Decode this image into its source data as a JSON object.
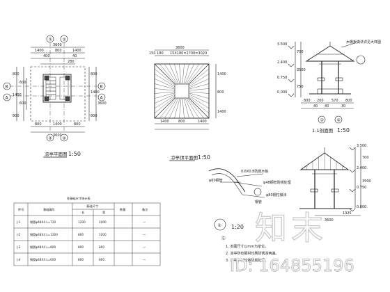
{
  "plan_view": {
    "title": "凉亭平面图",
    "scale": "1:50",
    "top_dims": [
      "1400",
      "800",
      "1400"
    ],
    "top_total": "3600",
    "top_inner": [
      "400",
      "280",
      "40"
    ],
    "bottom_dims": [
      "800",
      "1400",
      "800"
    ],
    "bottom_total": "3600",
    "left_dims": [
      "800",
      "1400",
      "800"
    ],
    "left_inner": [
      "600",
      "600"
    ],
    "right_dims": [
      "800",
      "1400",
      "800"
    ],
    "right_total": "3600",
    "axis_top": [
      "①",
      "②"
    ],
    "axis_bottom": [
      "①",
      "②"
    ],
    "axis_side": [
      "B",
      "A"
    ]
  },
  "roof_plan": {
    "title": "凉亭顶平面图",
    "scale": "1:50",
    "top_dims": "150 180",
    "top_series": "15X180=2700=3020",
    "top_total": "3600",
    "bottom_dims": [
      "1400",
      "800",
      "1400"
    ],
    "right_dims": [
      "1400",
      "800",
      "1400"
    ]
  },
  "section_1": {
    "title": "1-1剖面图",
    "scale": "1:50",
    "levels": [
      "3.500",
      "2.400",
      "0.750",
      "0.000"
    ],
    "left_dims": [
      "700",
      "3500",
      "750"
    ],
    "bottom_dims": [
      "800",
      "200",
      "570",
      "800"
    ],
    "bottom_inner": [
      "40",
      "40",
      "30"
    ],
    "axis": [
      "①",
      "②"
    ],
    "leader_note": "木檐板做法详见大样图"
  },
  "section_2": {
    "levels": [
      "3.500",
      "2.400",
      "0.750",
      "0.000"
    ],
    "right_dims": [
      "700",
      "3500"
    ],
    "bottom_dims": [
      "1325",
      "3600"
    ]
  },
  "detail": {
    "label": "①",
    "scale": "1:20",
    "notes": [
      "0.8X0.8防腐木板",
      "φ48钢管防锈处理",
      "φ60钢管",
      "φ80钢柱做法",
      "钢管"
    ]
  },
  "table": {
    "title": "柱基础尺寸统计表",
    "headers": [
      "序号",
      "基础编号",
      "基础尺寸",
      "数量",
      "备注"
    ],
    "subheaders": [
      "长",
      "宽"
    ],
    "rows": [
      {
        "no": "J-1",
        "code": "钢管φ48X4 L=720",
        "len": "1200",
        "wid": "1000",
        "note": "—"
      },
      {
        "no": "J-2",
        "code": "钢管φ48X4 L=1200",
        "len": "800",
        "wid": "1000",
        "note": "—"
      },
      {
        "no": "J-3",
        "code": "钢管φ48X4 L=800",
        "len": "800",
        "wid": "800",
        "note": "—"
      },
      {
        "no": "J-4",
        "code": "钢管φ48X4 L=600",
        "len": "800",
        "wid": "800",
        "note": "—"
      }
    ]
  },
  "notes": {
    "heading": "注:",
    "lines": [
      "1. 本图尺寸以mm为单位。",
      "2. 凉亭所有钢材均刷防锈漆两遍。",
      "3. 凉亭木材均做防腐处理。"
    ]
  },
  "watermark": {
    "brand": "知末",
    "id": "ID: 164855196"
  },
  "colors": {
    "line": "#222222",
    "bg": "#ffffff"
  }
}
